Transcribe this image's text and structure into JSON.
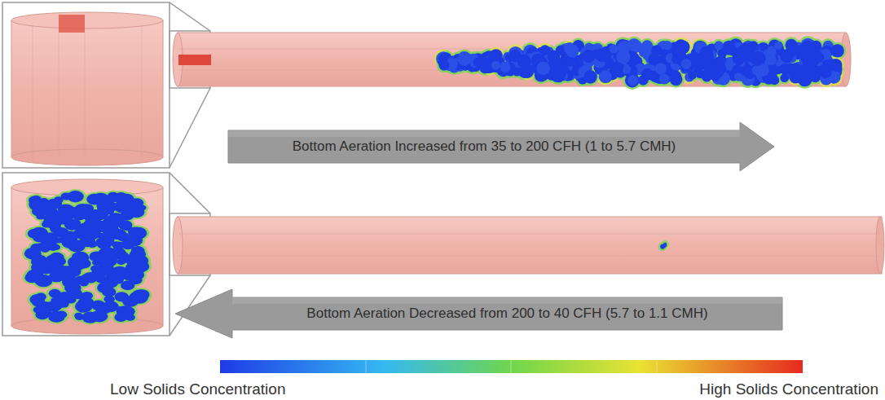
{
  "diagram": {
    "nodes": [
      {
        "text": [
          "Bottom Aeration Increased from 35 to 200 CFH (1 to 5.7 CMH)"
        ]
      },
      {
        "text": [
          "Bottom Aeration Decreased from 200 to 40 CFH (5.7 to 1.1 CMH)"
        ]
      }
    ],
    "labels": [
      "Low Solids Concentration",
      "High Solids Concentration"
    ]
  }
}
